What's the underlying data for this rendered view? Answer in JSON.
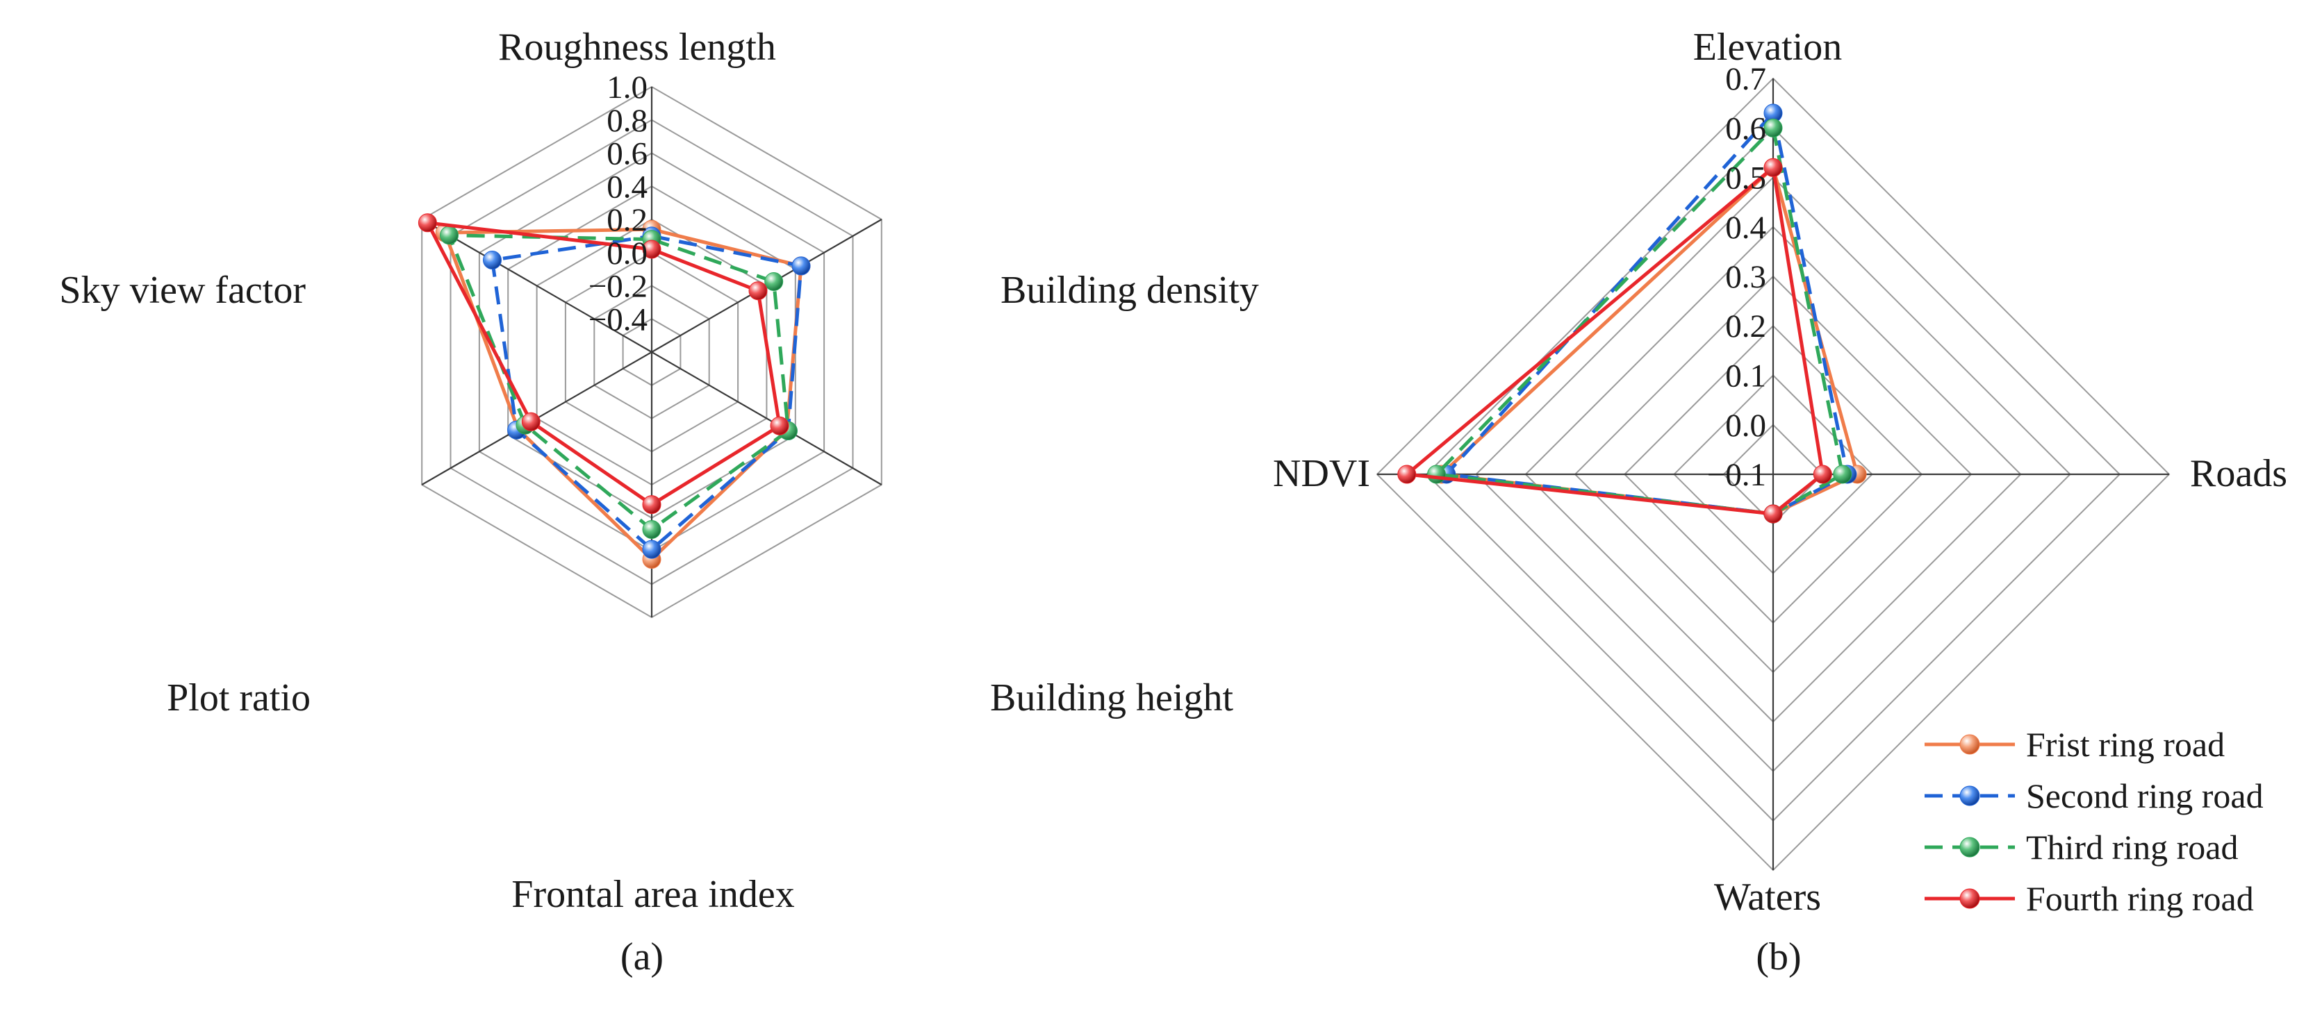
{
  "chart_data": [
    {
      "type": "radar",
      "sub_label": "(a)",
      "axes": [
        "Roughness length",
        "Building density",
        "Building height",
        "Frontal area index",
        "Plot ratio",
        "Sky view factor"
      ],
      "r_range": [
        -0.6,
        1.0
      ],
      "ticks": [
        "1.0",
        "0.8",
        "0.6",
        "0.4",
        "0.2",
        "0.0",
        "−0.2",
        "−0.4"
      ],
      "tick_values": [
        1.0,
        0.8,
        0.6,
        0.4,
        0.2,
        0.0,
        -0.2,
        -0.4
      ],
      "series": [
        {
          "name": "Frist ring road",
          "values": [
            0.14,
            0.44,
            0.34,
            0.65,
            0.33,
            0.84
          ]
        },
        {
          "name": "Second ring road",
          "values": [
            0.1,
            0.44,
            0.35,
            0.59,
            0.34,
            0.51
          ]
        },
        {
          "name": "Third ring road",
          "values": [
            0.08,
            0.25,
            0.35,
            0.47,
            0.28,
            0.81
          ]
        },
        {
          "name": "Fourth ring road",
          "values": [
            0.02,
            0.14,
            0.29,
            0.32,
            0.24,
            0.96
          ]
        }
      ]
    },
    {
      "type": "radar",
      "sub_label": "(b)",
      "axes": [
        "Elevation",
        "Roads",
        "Waters",
        "NDVI"
      ],
      "r_range": [
        -0.1,
        0.7
      ],
      "ticks": [
        "0.7",
        "0.6",
        "0.5",
        "0.4",
        "0.3",
        "0.2",
        "0.1",
        "0.0",
        "−0.1"
      ],
      "tick_values": [
        0.7,
        0.6,
        0.5,
        0.4,
        0.3,
        0.2,
        0.1,
        0.0,
        -0.1
      ],
      "series": [
        {
          "name": "Frist ring road",
          "values": [
            0.52,
            0.07,
            -0.02,
            0.57
          ]
        },
        {
          "name": "Second ring road",
          "values": [
            0.63,
            0.05,
            -0.02,
            0.56
          ]
        },
        {
          "name": "Third ring road",
          "values": [
            0.6,
            0.04,
            -0.02,
            0.58
          ]
        },
        {
          "name": "Fourth ring road",
          "values": [
            0.52,
            0.0,
            -0.02,
            0.64
          ]
        }
      ]
    }
  ],
  "legend": [
    {
      "label": "Frist ring road",
      "color": "#f07c4a",
      "dash": "solid"
    },
    {
      "label": "Second ring road",
      "color": "#1f63d6",
      "dash": "dash"
    },
    {
      "label": "Third ring road",
      "color": "#2fa85a",
      "dash": "dash"
    },
    {
      "label": "Fourth ring road",
      "color": "#e8262b",
      "dash": "solid"
    }
  ]
}
